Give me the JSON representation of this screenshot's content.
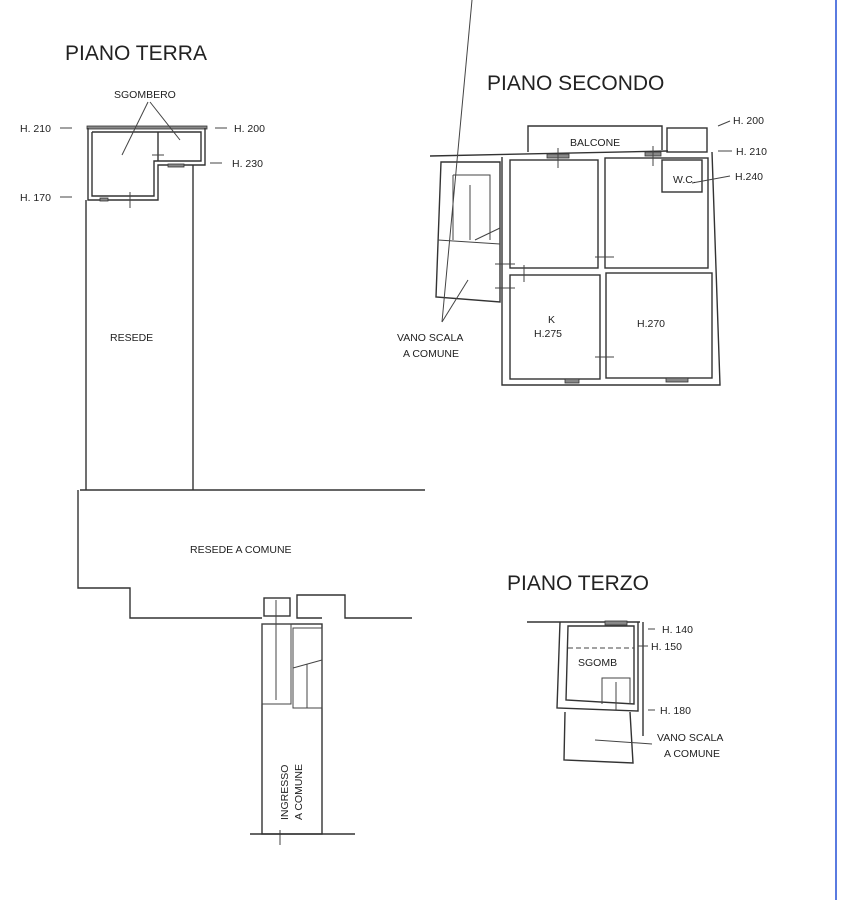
{
  "ground_floor": {
    "title": "PIANO TERRA",
    "storage_label": "SGOMBERO",
    "heights": [
      "H. 210",
      "H. 200",
      "H. 230",
      "H. 170"
    ],
    "yard_label": "RESEDE",
    "shared_yard_label": "RESEDE A COMUNE",
    "entrance_label_1": "INGRESSO",
    "entrance_label_2": "A COMUNE"
  },
  "second_floor": {
    "title": "PIANO SECONDO",
    "balcony_label": "BALCONE",
    "wc_label": "W.C.",
    "heights": [
      "H. 200",
      "H. 210",
      "H.240"
    ],
    "kitchen_label": "K",
    "kitchen_height": "H.275",
    "room_height": "H.270",
    "stair_label_1": "VANO SCALA",
    "stair_label_2": "A COMUNE"
  },
  "third_floor": {
    "title": "PIANO TERZO",
    "storage_label": "SGOMB",
    "heights": [
      "H. 140",
      "H. 150",
      "H. 180"
    ],
    "stair_label_1": "VANO SCALA",
    "stair_label_2": "A COMUNE"
  },
  "colors": {
    "wall": "#333333",
    "edge": "#3a5fd0"
  }
}
